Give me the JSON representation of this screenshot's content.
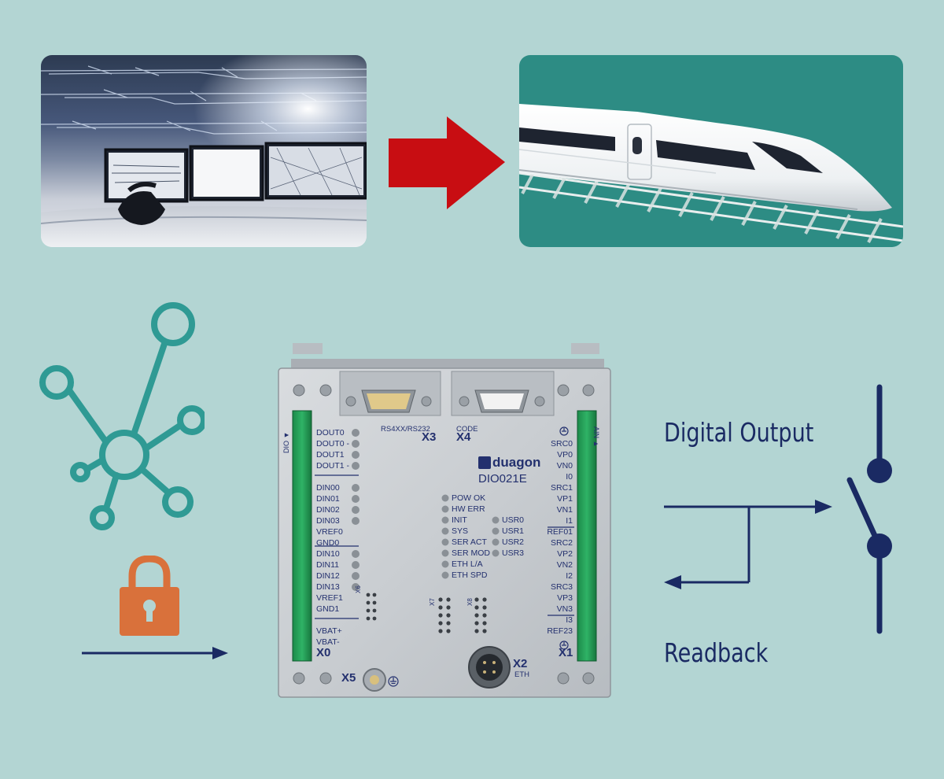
{
  "captions": {
    "digital_output": "Digital Output",
    "readback": "Readback"
  },
  "icons": {
    "network": "network-hub-icon",
    "lock": "padlock-icon",
    "switch": "switch-contact-icon",
    "arrow": "right-arrow-icon"
  },
  "colors": {
    "background": "#b3d5d3",
    "teal": "#2f9a94",
    "navy": "#1a2a63",
    "red_arrow": "#c80d12",
    "lock_orange": "#d9713b",
    "train_bg": "#2d8c84"
  },
  "device": {
    "brand": "duagon",
    "model": "DIO021E",
    "connectors": {
      "x0": "X0",
      "x1": "X1",
      "x2": "X2",
      "x2_sub": "ETH",
      "x3": "X3",
      "x3_sub": "RS4XX/RS232",
      "x4": "X4",
      "x4_sub": "CODE",
      "x5": "X5",
      "x6": "X6",
      "x7": "X7",
      "x8": "X8"
    },
    "side_labels": {
      "dio": "DIO ▼",
      "ain": "AIN ▲"
    },
    "left_pins": [
      "DOUT0",
      "DOUT0 -",
      "DOUT1",
      "DOUT1 -",
      "DIN00",
      "DIN01",
      "DIN02",
      "DIN03",
      "VREF0",
      "GND0",
      "DIN10",
      "DIN11",
      "DIN12",
      "DIN13",
      "VREF1",
      "GND1",
      "VBAT+",
      "VBAT-"
    ],
    "right_pins": [
      "SRC0",
      "VP0",
      "VN0",
      "I0",
      "SRC1",
      "VP1",
      "VN1",
      "I1",
      "REF01",
      "SRC2",
      "VP2",
      "VN2",
      "I2",
      "SRC3",
      "VP3",
      "VN3",
      "I3",
      "REF23"
    ],
    "status_leds": [
      "POW OK",
      "HW ERR",
      "INIT",
      "SYS",
      "SER ACT",
      "SER MOD",
      "ETH L/A",
      "ETH SPD"
    ],
    "user_leds": [
      "USR0",
      "USR1",
      "USR2",
      "USR3"
    ]
  }
}
